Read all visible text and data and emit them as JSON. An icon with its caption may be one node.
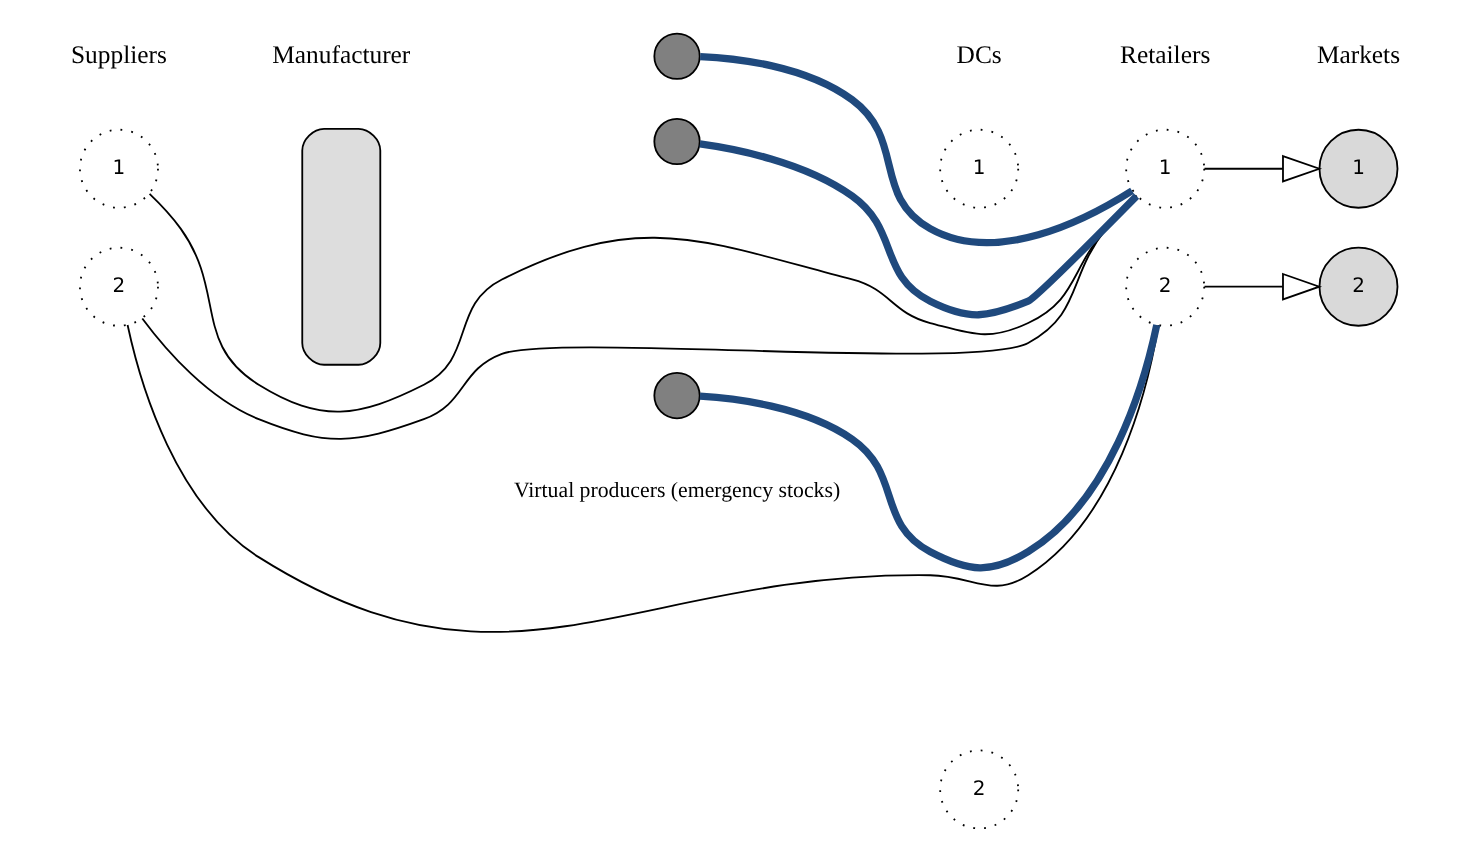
{
  "diagram": {
    "nodes": [
      {
        "text": [
          "1"
        ]
      },
      {
        "text": [
          "2"
        ]
      },
      {
        "text": [],
        "shape": "box"
      },
      {
        "text": [],
        "shape": "circle"
      },
      {
        "text": [],
        "shape": "circle"
      },
      {
        "text": [],
        "shape": "circle"
      },
      {
        "text": [
          "1"
        ]
      },
      {
        "text": [
          "2"
        ]
      },
      {
        "text": [
          "1"
        ]
      },
      {
        "text": [
          "2"
        ]
      },
      {
        "text": [
          "1"
        ]
      },
      {
        "text": [
          "2"
        ]
      }
    ],
    "edges": [
      {
        "from": 0,
        "to": 8,
        "arrow": "none"
      },
      {
        "from": 1,
        "to": 8,
        "arrow": "none"
      },
      {
        "from": 1,
        "to": 9,
        "arrow": "none"
      },
      {
        "from": 3,
        "to": 8,
        "arrow": "none",
        "style": "thick",
        "color": "#1f497d"
      },
      {
        "from": 4,
        "to": 8,
        "arrow": "none",
        "style": "thick",
        "color": "#1f497d"
      },
      {
        "from": 5,
        "to": 9,
        "arrow": "none",
        "style": "thick",
        "color": "#1f497d"
      },
      {
        "from": 8,
        "to": 10,
        "arrow": "to"
      },
      {
        "from": 9,
        "to": 11,
        "arrow": "to"
      }
    ],
    "labels": [
      "Suppliers",
      "Manufacturer",
      "DCs",
      "Retailers",
      "Markets",
      "Virtual producers (emergency stocks)"
    ]
  }
}
